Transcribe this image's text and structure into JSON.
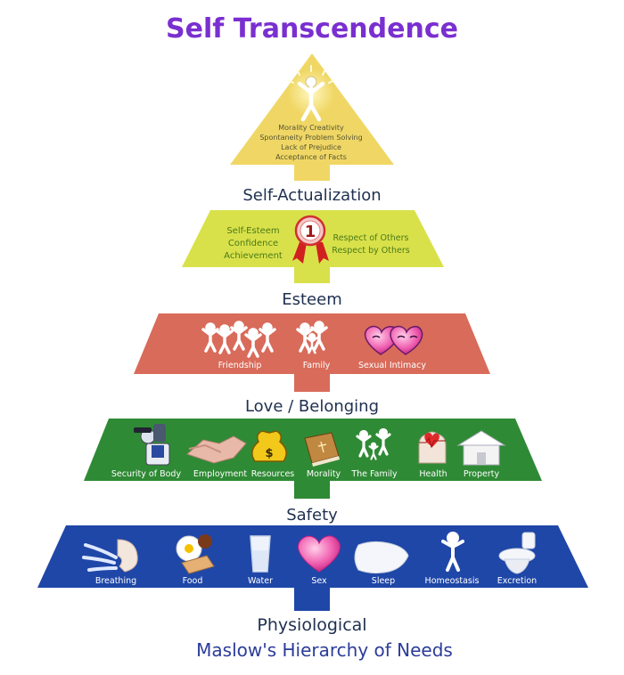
{
  "title": "Self Transcendence",
  "footer": "Maslow's Hierarchy of Needs",
  "colors": {
    "title": "#7a2fd0",
    "level_label": "#1f3050",
    "footer": "#2b3c9a",
    "tier1": "#f0d765",
    "tier2": "#d9e14a",
    "tier3": "#d96b5a",
    "tier4": "#2f8a35",
    "tier5": "#1f47a8"
  },
  "tiers": {
    "self_actualization": {
      "label": "Self-Actualization",
      "lines": [
        "Morality  Creativity",
        "Spontaneity  Problem Solving",
        "Lack of Prejudice",
        "Acceptance of Facts"
      ]
    },
    "esteem": {
      "label": "Esteem",
      "left_lines": [
        "Self-Esteem",
        "Confidence",
        "Achievement"
      ],
      "right_lines": [
        "Respect of Others",
        "Respect by Others"
      ],
      "badge": "1"
    },
    "love": {
      "label": "Love / Belonging",
      "items": [
        "Friendship",
        "Family",
        "Sexual Intimacy"
      ]
    },
    "safety": {
      "label": "Safety",
      "items": [
        "Security of Body",
        "Employment",
        "Resources",
        "Morality",
        "The Family",
        "Health",
        "Property"
      ],
      "resources_symbol": "$"
    },
    "physiological": {
      "label": "Physiological",
      "items": [
        "Breathing",
        "Food",
        "Water",
        "Sex",
        "Sleep",
        "Homeostasis",
        "Excretion"
      ]
    }
  }
}
